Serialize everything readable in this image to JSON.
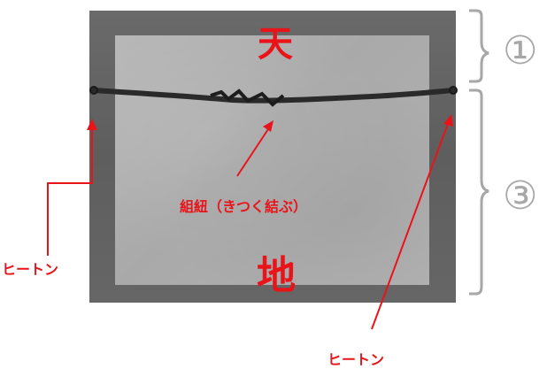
{
  "labels": {
    "top_kanji": "天",
    "bottom_kanji": "地",
    "cord_label": "組紐（きつく結ぶ）",
    "hook_left_label": "ヒートン",
    "hook_right_label": "ヒートン",
    "section_1": "①",
    "section_3": "③"
  },
  "colors": {
    "annotation": "#e8141a",
    "bracket": "#a7a7a7",
    "frame": "#636363",
    "board": "#b0b0b0",
    "cord": "#2a2a2a"
  }
}
